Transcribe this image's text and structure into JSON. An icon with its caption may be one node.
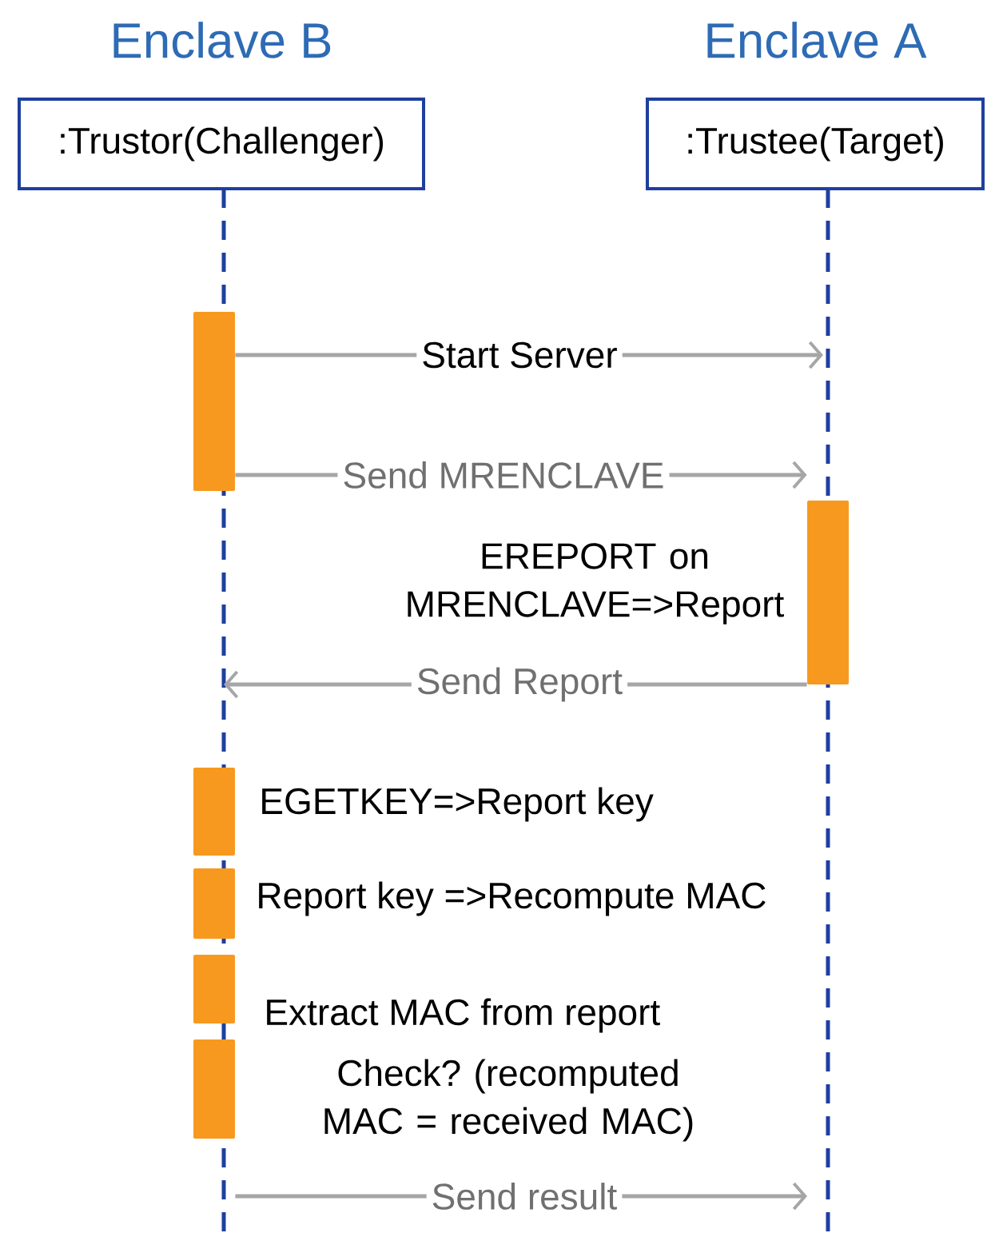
{
  "diagram": {
    "nodes": [
      {
        "text": [
          ":Trustor(Challenger)"
        ],
        "beside": [
          "Enclave B"
        ]
      },
      {
        "text": [
          ":Trustee(Target)"
        ],
        "beside": [
          "Enclave A"
        ]
      },
      {
        "text": [],
        "shape": "bar"
      },
      {
        "text": [],
        "shape": "bar"
      },
      {
        "text": [],
        "shape": "bar"
      },
      {
        "text": [],
        "shape": "bar"
      },
      {
        "text": [],
        "shape": "bar"
      },
      {
        "text": [],
        "shape": "bar"
      }
    ],
    "edges": [
      {
        "from": 2,
        "to": null,
        "arrow": "to",
        "label": "Start Server"
      },
      {
        "from": 2,
        "to": 3,
        "arrow": "to",
        "label": "Send MRENCLAVE"
      },
      {
        "from": 3,
        "to": null,
        "arrow": "to",
        "label": "Send Report"
      },
      {
        "from": 7,
        "to": null,
        "arrow": "to",
        "label": "Send result"
      }
    ],
    "labels": [
      "EREPORT on MRENCLAVE=>Report",
      "EGETKEY=>Report key",
      "Report key =>Recompute MAC",
      "Extract MAC from report",
      "Check? (recomputed MAC = received MAC)"
    ]
  }
}
